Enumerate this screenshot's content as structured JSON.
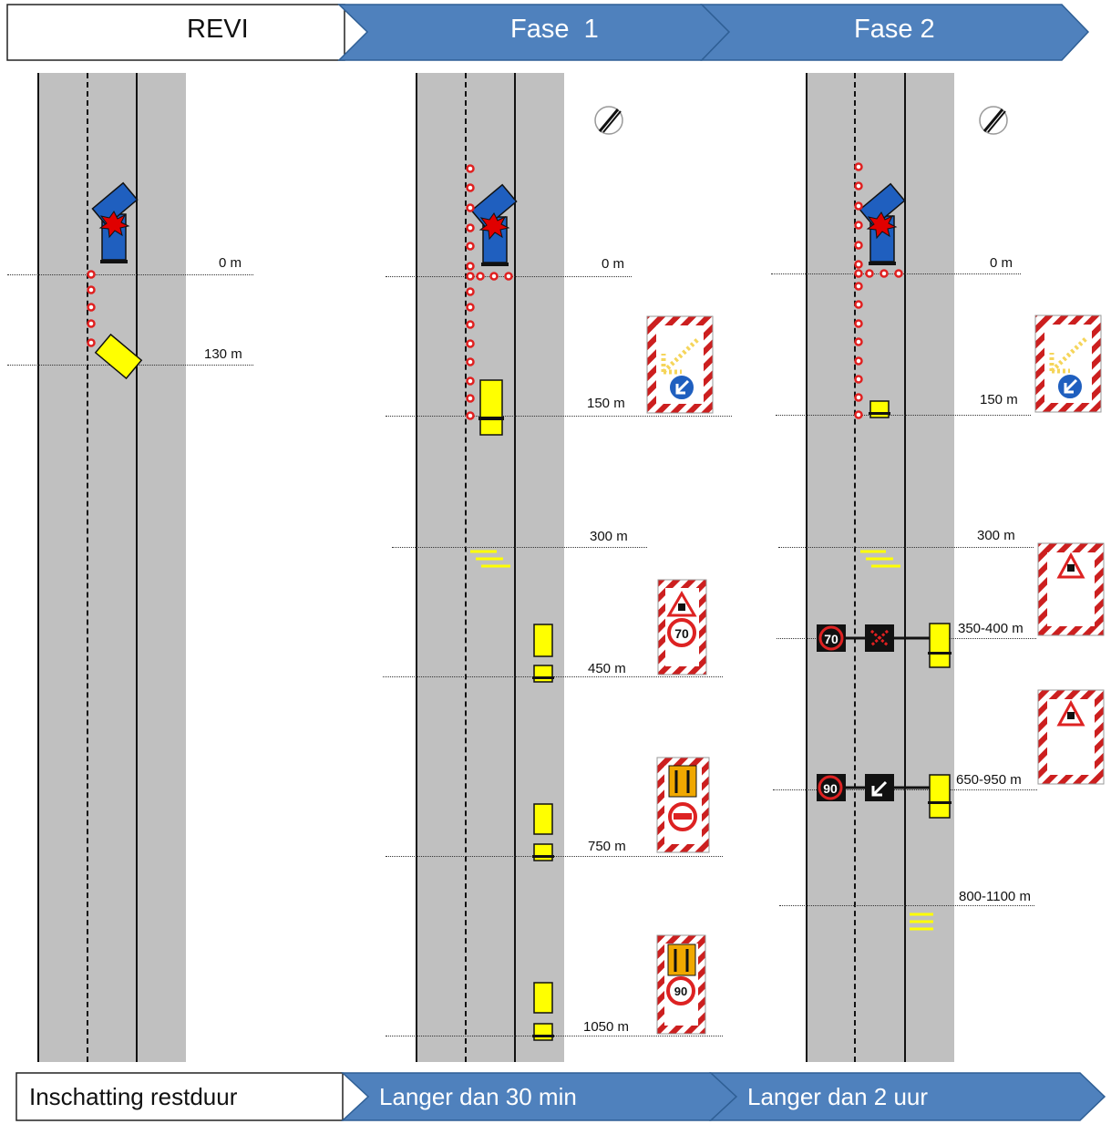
{
  "header": {
    "revi_label": "REVI",
    "phase1_label": "Fase  1",
    "phase2_label": "Fase 2"
  },
  "footer": {
    "estimate_label": "Inschatting restduur",
    "phase1_duration": "Langer dan 30 min",
    "phase2_duration": "Langer dan 2 uur"
  },
  "revi": {
    "distances": [
      "0 m",
      "130 m"
    ]
  },
  "phase1": {
    "distances": [
      "0 m",
      "150 m",
      "300 m",
      "450 m",
      "750 m",
      "1050 m"
    ],
    "speed_signs": [
      "70",
      "90"
    ]
  },
  "phase2": {
    "distances": [
      "0 m",
      "150 m",
      "300 m",
      "350-400 m",
      "650-950 m",
      "800-1100 m"
    ],
    "matrix_speeds": [
      "70",
      "90"
    ]
  },
  "colors": {
    "header_blue": "#4f81bd",
    "road_gray": "#c0c0c0",
    "vehicle_blue": "#1f5fbf",
    "attenuator_yellow": "#ffff00",
    "cone_red": "#e02020",
    "sign_red": "#cc1f1f"
  }
}
